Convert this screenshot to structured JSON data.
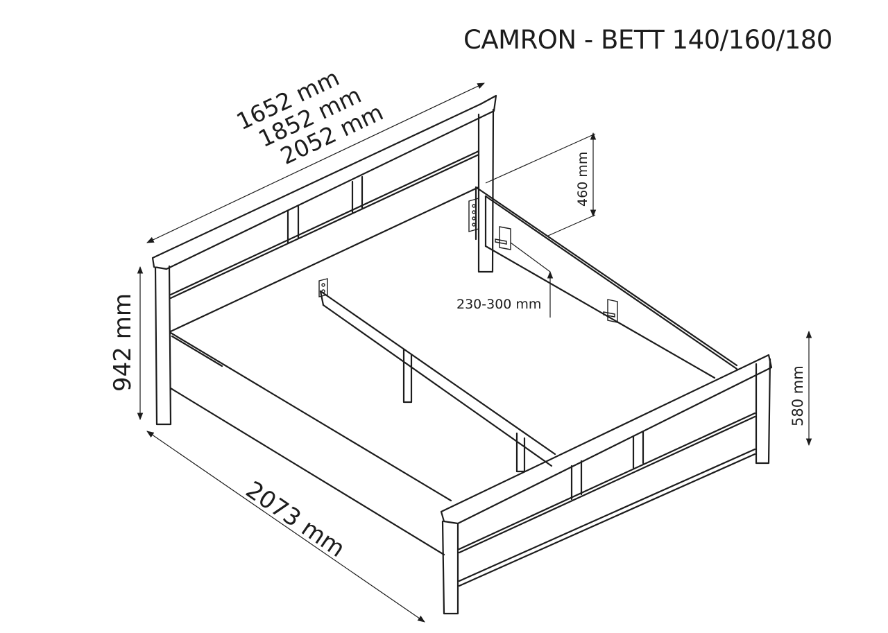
{
  "title": "CAMRON - BETT 140/160/180",
  "dimensions": {
    "width_options": [
      "1652 mm",
      "1852 mm",
      "2052 mm"
    ],
    "headboard_height": "942 mm",
    "length": "2073 mm",
    "side_rail_height": "460 mm",
    "mattress_support_height": "230-300 mm",
    "footboard_height": "580 mm"
  }
}
